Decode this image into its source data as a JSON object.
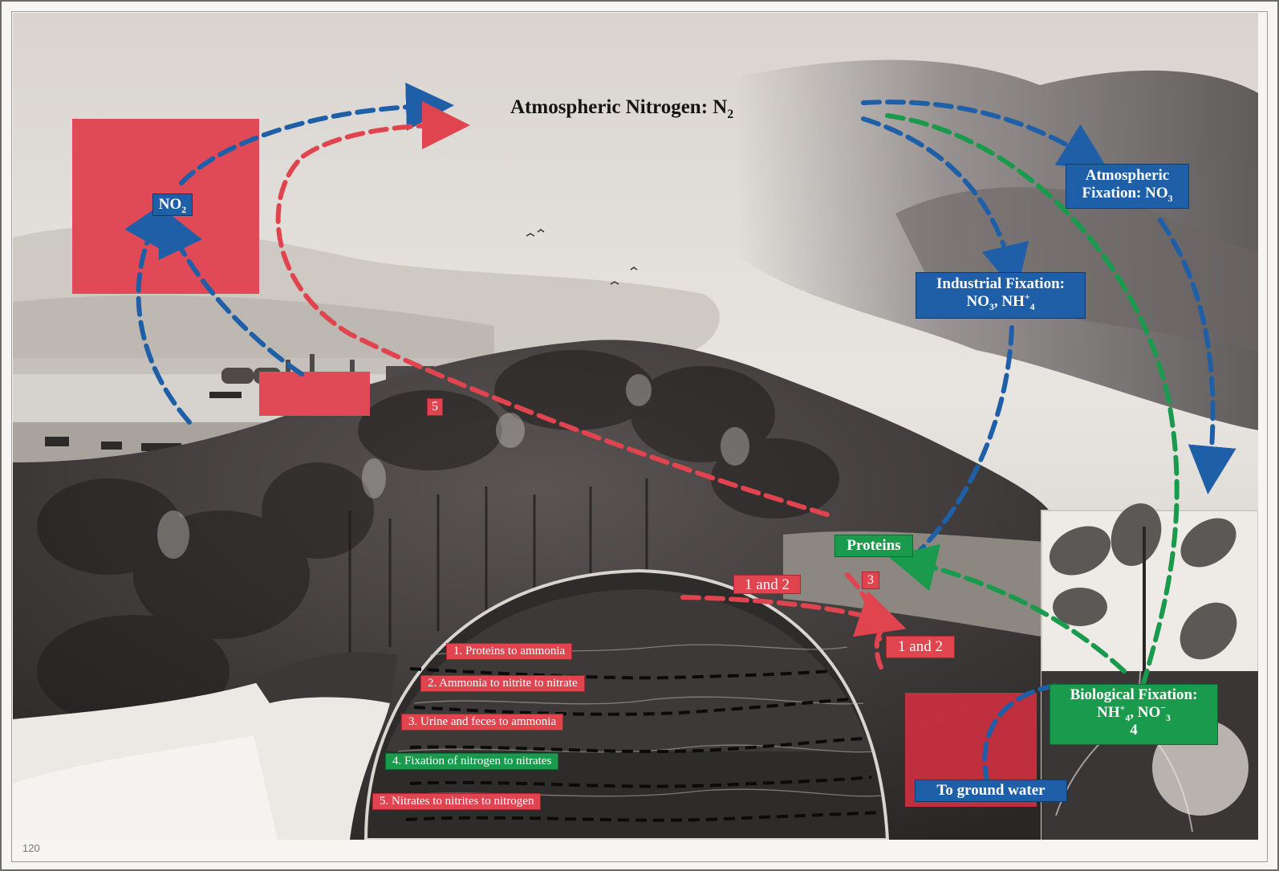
{
  "title": {
    "text": "Atmospheric Nitrogen: N",
    "sub": "2"
  },
  "labels": {
    "no2": {
      "main": "NO",
      "sub": "2"
    },
    "atmospheric_fixation": {
      "line1": "Atmospheric",
      "line2": "Fixation: NO",
      "sub": "3"
    },
    "industrial_fixation": {
      "line1": "Industrial Fixation:",
      "a": "NO",
      "a_sub": "3",
      "b": ", NH",
      "b_sup": "+",
      "b_sub": "4"
    },
    "proteins": "Proteins",
    "biological_fixation": {
      "line1": "Biological Fixation:",
      "a": "NH",
      "a_sup": "+",
      "a_sub": "4",
      "b": ", NO",
      "b_sup": "−",
      "b_sub": "3",
      "num": "4"
    },
    "ground_water": "To ground water",
    "one_and_two_a": "1 and 2",
    "one_and_two_b": "1 and 2",
    "three": "3",
    "five": "5"
  },
  "steps": [
    {
      "text": "1. Proteins to ammonia",
      "color": "red"
    },
    {
      "text": "2. Ammonia to nitrite to nitrate",
      "color": "red"
    },
    {
      "text": "3. Urine and feces to ammonia",
      "color": "red"
    },
    {
      "text": "4. Fixation of nitrogen to nitrates",
      "color": "green"
    },
    {
      "text": "5. Nitrates to nitrites to nitrogen",
      "color": "red"
    }
  ],
  "footer": "120",
  "colors": {
    "blue": "#1e5fa8",
    "green": "#1a9a4c",
    "red": "#e0444f",
    "red_block": "#e04a56"
  }
}
